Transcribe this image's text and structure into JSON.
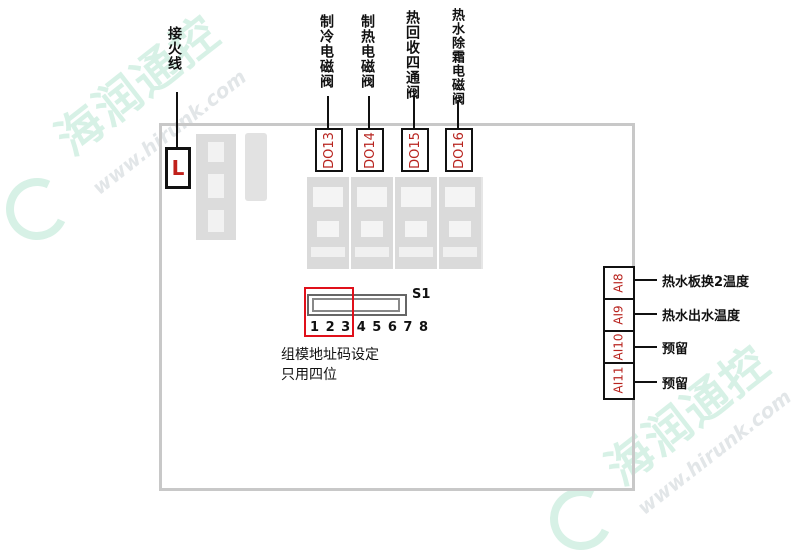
{
  "watermark": {
    "cn": "海润通控",
    "en": "www.hirunk.com"
  },
  "live_wire": {
    "label": "接火线",
    "terminal": "L"
  },
  "outputs": [
    {
      "code": "DO13",
      "label": "制冷电磁阀"
    },
    {
      "code": "DO14",
      "label": "制热电磁阀"
    },
    {
      "code": "DO15",
      "label": "热回收四通阀"
    },
    {
      "code": "DO16",
      "label": "热水除霜电磁阀"
    }
  ],
  "inputs": [
    {
      "code": "AI8",
      "label": "热水板换2温度"
    },
    {
      "code": "AI9",
      "label": "热水出水温度"
    },
    {
      "code": "AI10",
      "label": "预留"
    },
    {
      "code": "AI11",
      "label": "预留"
    }
  ],
  "dip_switch": {
    "name": "S1",
    "numbers": "1 2 3 4 5 6 7 8",
    "note_line1": "组模地址码设定",
    "note_line2": "只用四位"
  },
  "colors": {
    "accent_red": "#c0201a",
    "line": "#111111",
    "board": "#c8c8c8"
  }
}
